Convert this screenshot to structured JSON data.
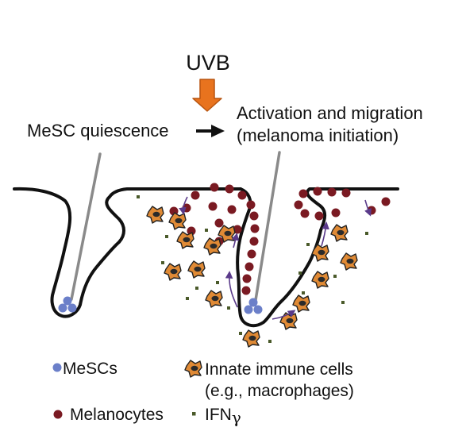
{
  "labels": {
    "uvb": "UVB",
    "quiescence": "MeSC quiescence",
    "activation_line1": "Activation and migration",
    "activation_line2": "(melanoma initiation)"
  },
  "legend": {
    "mescs": "MeSCs",
    "melanocytes": "Melanocytes",
    "immune_line1": "Innate immune cells",
    "immune_line2": "(e.g., macrophages)",
    "ifn_prefix": "IFN",
    "ifn_symbol": "γ"
  },
  "colors": {
    "outline": "#111111",
    "hair_shaft": "#8a8a8a",
    "uvb_arrow": "#e8731e",
    "uvb_arrow_stroke": "#b85510",
    "mesc_fill": "#6b7fc9",
    "melanocyte_fill": "#7a1a22",
    "immune_fill": "#e08a35",
    "immune_nucleus": "#2a2a2a",
    "ifn_fill": "#4a5a2a",
    "migration_arrow": "#5a3a8a"
  }
}
